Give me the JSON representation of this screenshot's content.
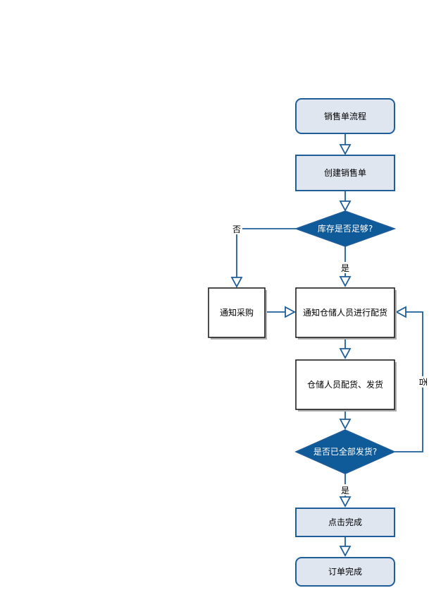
{
  "flowchart": {
    "start": "销售单流程",
    "create_order": "创建销售单",
    "check_stock": "库存是否足够?",
    "notify_purchase": "通知采购",
    "notify_warehouse": "通知仓储人员进行配货",
    "warehouse_ship": "仓储人员配货、发货",
    "check_shipped": "是否已全部发货?",
    "click_complete": "点击完成",
    "order_complete": "订单完成",
    "edge_stock_no": "否",
    "edge_stock_yes": "是",
    "edge_shipped_no": "否",
    "edge_shipped_yes": "是"
  },
  "colors": {
    "stroke": "#1f5d99",
    "fill_light": "#dfe6f0",
    "fill_diamond": "#0f5a99",
    "box_border": "#111111",
    "shadow": "#b0b0b0"
  }
}
